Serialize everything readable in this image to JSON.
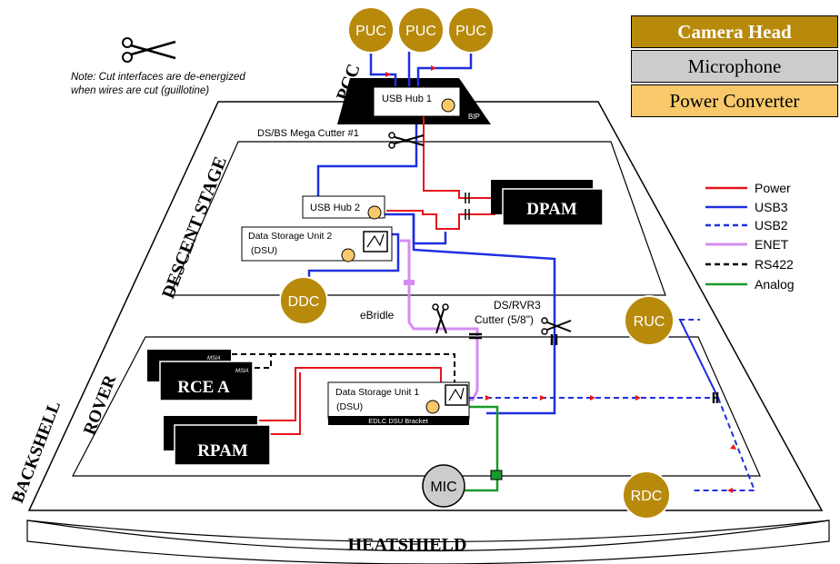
{
  "note": {
    "text": "Note: Cut interfaces are de-energized when wires are cut (guillotine)"
  },
  "component_legend": {
    "camera_head": "Camera Head",
    "microphone": "Microphone",
    "power_converter": "Power Converter",
    "colors": {
      "camera_head": "#b88a0c",
      "microphone": "#cccccc",
      "power_converter": "#f8c86a"
    }
  },
  "line_legend": [
    {
      "label": "Power",
      "color": "#e8131d",
      "style": "solid"
    },
    {
      "label": "USB3",
      "color": "#1f2fe0",
      "style": "solid"
    },
    {
      "label": "USB2",
      "color": "#1f2fe0",
      "style": "dashed"
    },
    {
      "label": "ENET",
      "color": "#d58cf2",
      "style": "solid"
    },
    {
      "label": "RS422",
      "color": "#000000",
      "style": "dashed"
    },
    {
      "label": "Analog",
      "color": "#1a9a2a",
      "style": "solid"
    }
  ],
  "stages": {
    "pcc": "PCC",
    "descent_stage": "DESCENT STAGE",
    "backshell": "BACKSHELL",
    "rover": "ROVER",
    "heatshield": "HEATSHIELD"
  },
  "units": {
    "puc": "PUC",
    "usb_hub_1": "USB Hub 1",
    "bip": "BIP",
    "usb_hub_2": "USB Hub 2",
    "dsu2_line1": "Data Storage Unit 2",
    "dsu2_line2": "(DSU)",
    "dpam": "DPAM",
    "ddc": "DDC",
    "ruc": "RUC",
    "rdc": "RDC",
    "mic": "MIC",
    "msia": "MSIA",
    "rce_a": "RCE A",
    "rpam": "RPAM",
    "dsu1_line1": "Data Storage Unit 1",
    "dsu1_line2": "(DSU)",
    "edlc_bracket": "EDLC DSU Bracket"
  },
  "cutters": {
    "mega_cutter": "DS/BS Mega Cutter #1",
    "ebridle": "eBridle",
    "rvr3_line1": "DS/RVR3",
    "rvr3_line2": "Cutter (5/8\")"
  }
}
